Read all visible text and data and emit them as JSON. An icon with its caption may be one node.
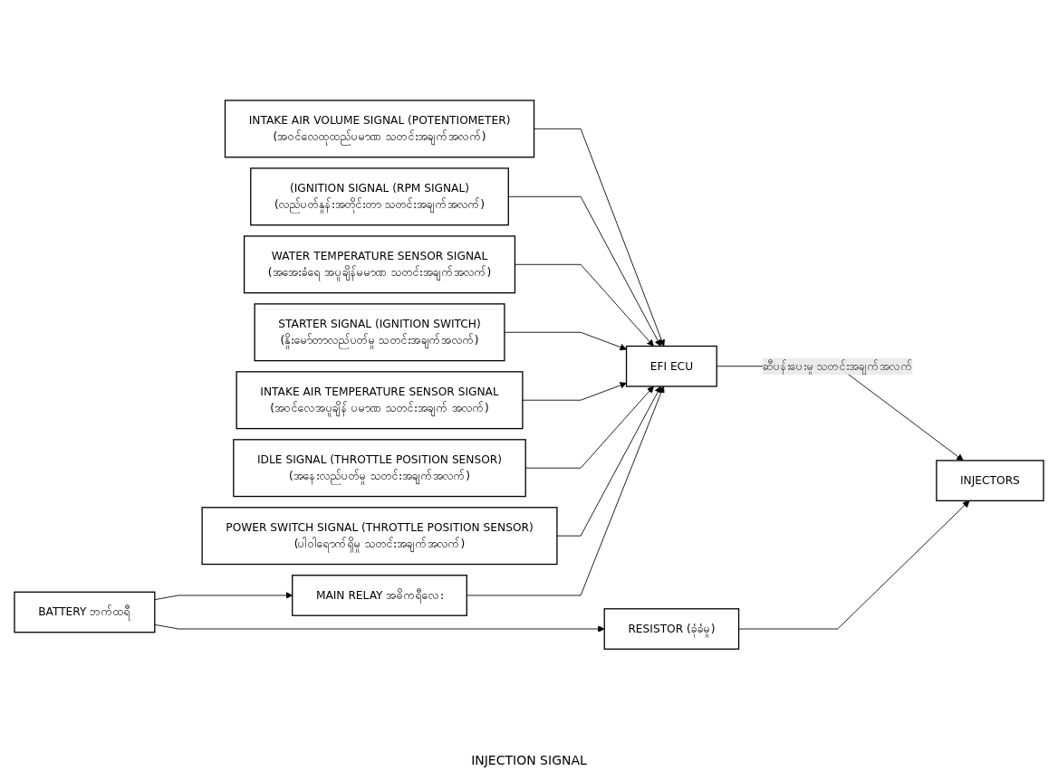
{
  "diagram": {
    "nodes": [
      {
        "text": [
          "INTAKE AIR VOLUME SIGNAL (POTENTIOMETER)",
          "(အဝင်လေထုထည်ပမာဏ သတင်းအချက်အလက်)"
        ]
      },
      {
        "text": [
          "(IGNITION SIGNAL (RPM SIGNAL)",
          "(လည်ပတ်နှုန်းအတိုင်းတာ သတင်းအချက်အလက်)"
        ]
      },
      {
        "text": [
          "WATER TEMPERATURE SENSOR SIGNAL",
          "(အအေးခံရေ အပူချိန်မမာဏ သတင်းအချက်အလက်)"
        ]
      },
      {
        "text": [
          "STARTER SIGNAL (IGNITION SWITCH)",
          "(နှိုးမော်တာလည်ပတ်မှု သတင်းအချက်အလက်)"
        ]
      },
      {
        "text": [
          "INTAKE AIR TEMPERATURE SENSOR SIGNAL",
          "(အဝင်လေအပူချိန် ပမာဏ သတင်းအချက် အလက်)"
        ]
      },
      {
        "text": [
          "IDLE SIGNAL (THROTTLE POSITION SENSOR)",
          "(အနေးလည်ပတ်မှု သတင်းအချက်အလက်)"
        ]
      },
      {
        "text": [
          "POWER SWITCH SIGNAL (THROTTLE POSITION SENSOR)",
          "(ပါဝါရောက်ရှိမှု သတင်းအချက်အလက်)"
        ]
      },
      {
        "text": [
          "BATTERY ဘက်ထရီ"
        ]
      },
      {
        "text": [
          "MAIN RELAY အဓိကရီလေး"
        ]
      },
      {
        "text": [
          "EFI ECU"
        ]
      },
      {
        "text": [
          "INJECTORS"
        ]
      },
      {
        "text": [
          "RESISTOR (ခုံခံမှု)"
        ]
      }
    ],
    "edges": [
      {
        "from": 0,
        "to": 9,
        "arrow": "to"
      },
      {
        "from": 1,
        "to": 9,
        "arrow": "to"
      },
      {
        "from": 2,
        "to": 9,
        "arrow": "to"
      },
      {
        "from": 3,
        "to": 9,
        "arrow": "to"
      },
      {
        "from": 4,
        "to": 9,
        "arrow": "to"
      },
      {
        "from": 5,
        "to": 9,
        "arrow": "to"
      },
      {
        "from": 6,
        "to": 9,
        "arrow": "to"
      },
      {
        "from": 7,
        "to": 8,
        "arrow": "to"
      },
      {
        "from": 8,
        "to": 9,
        "arrow": "to"
      },
      {
        "from": 7,
        "to": 11,
        "arrow": "to"
      },
      {
        "from": 9,
        "to": 10,
        "label": "ဆီပန်းပေးမှု သတင်းအချက်အလက်",
        "arrow": "to"
      },
      {
        "from": 11,
        "to": 10,
        "arrow": "to"
      }
    ],
    "labels": [
      "INJECTION SIGNAL"
    ]
  }
}
